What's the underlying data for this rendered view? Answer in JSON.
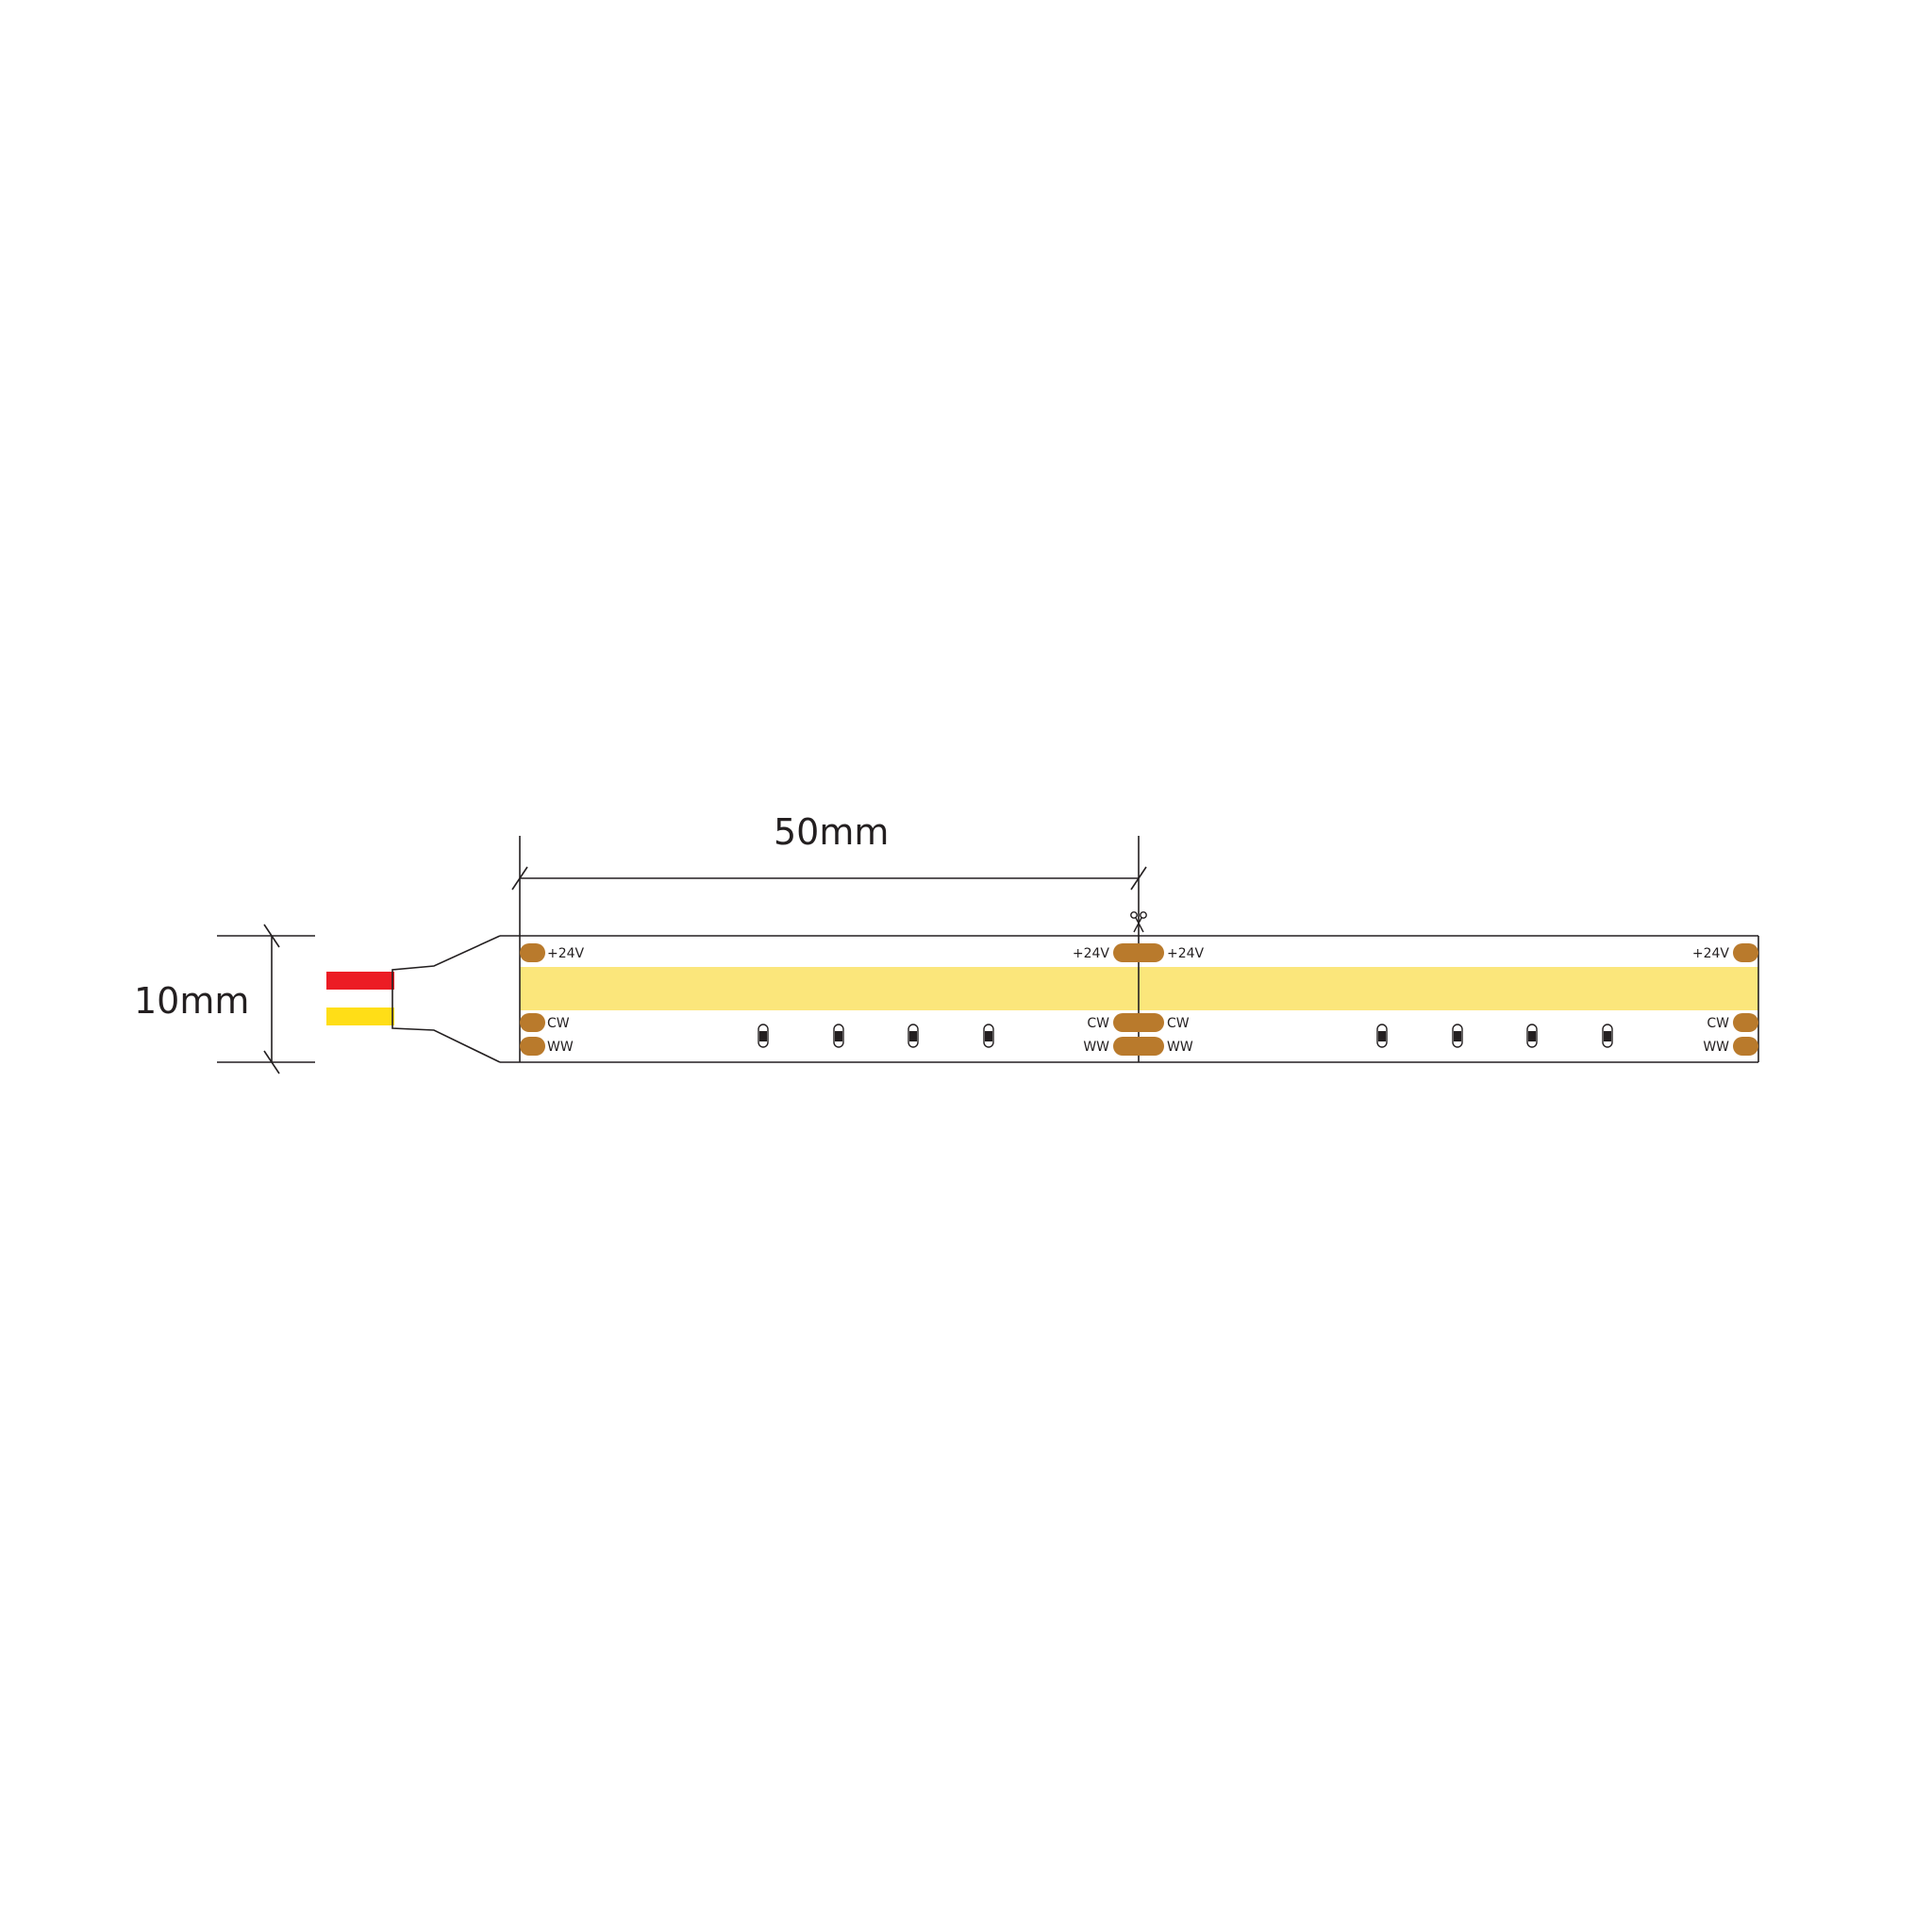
{
  "dimensions": {
    "width_label": "50mm",
    "height_label": "10mm"
  },
  "pads": {
    "power": "+24V",
    "cold_white": "CW",
    "warm_white": "WW"
  },
  "icons": {
    "cut_mark": "scissors-icon"
  },
  "colors": {
    "cob_strip": "#fbe67b",
    "copper_pad": "#b97a2c",
    "wire_red": "#ec1c24",
    "wire_white": "#ffffff",
    "wire_yellow": "#ffde17",
    "outline": "#231f20"
  }
}
